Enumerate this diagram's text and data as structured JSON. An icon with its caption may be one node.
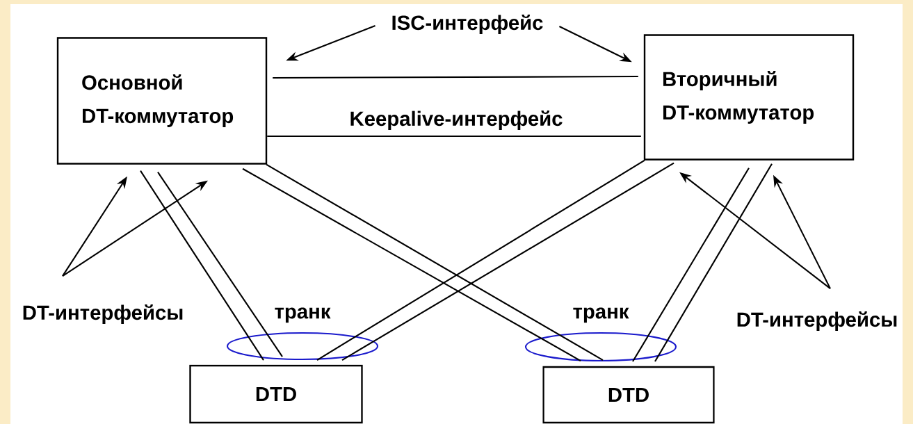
{
  "diagram": {
    "nodes": [
      {
        "text": [
          "Основной DT-коммутатор"
        ]
      },
      {
        "text": [
          "Вторичный DT-коммутатор"
        ]
      },
      {
        "text": [
          "DTD"
        ]
      },
      {
        "text": [
          "DTD"
        ]
      },
      {
        "text": [
          "ISC-интерфейс"
        ]
      },
      {
        "text": [
          "DT-интерфейсы"
        ]
      },
      {
        "text": [
          "DT-интерфейсы"
        ]
      },
      {
        "text": [
          "транк"
        ]
      },
      {
        "text": [
          "транк"
        ]
      }
    ],
    "edges": [
      {
        "from": 4,
        "to": 0,
        "arrow": "to"
      },
      {
        "from": 4,
        "to": 1,
        "arrow": "to"
      },
      {
        "from": 0,
        "to": 1,
        "arrow": "none"
      },
      {
        "from": 0,
        "to": 1,
        "arrow": "none",
        "label": "Keepalive-интерфейс"
      },
      {
        "from": 0,
        "to": 7,
        "arrow": "none"
      },
      {
        "from": 0,
        "to": 7,
        "arrow": "none"
      },
      {
        "from": 0,
        "to": 8,
        "arrow": "none"
      },
      {
        "from": 0,
        "to": 8,
        "arrow": "none"
      },
      {
        "from": 1,
        "to": 7,
        "arrow": "none"
      },
      {
        "from": 1,
        "to": 7,
        "arrow": "none"
      },
      {
        "from": 1,
        "to": 8,
        "arrow": "none"
      },
      {
        "from": 1,
        "to": 8,
        "arrow": "none"
      },
      {
        "from": 5,
        "to": 0,
        "arrow": "to"
      },
      {
        "from": 5,
        "to": 0,
        "arrow": "to"
      },
      {
        "from": 6,
        "to": 1,
        "arrow": "to"
      },
      {
        "from": 6,
        "to": 1,
        "arrow": "to"
      }
    ]
  }
}
